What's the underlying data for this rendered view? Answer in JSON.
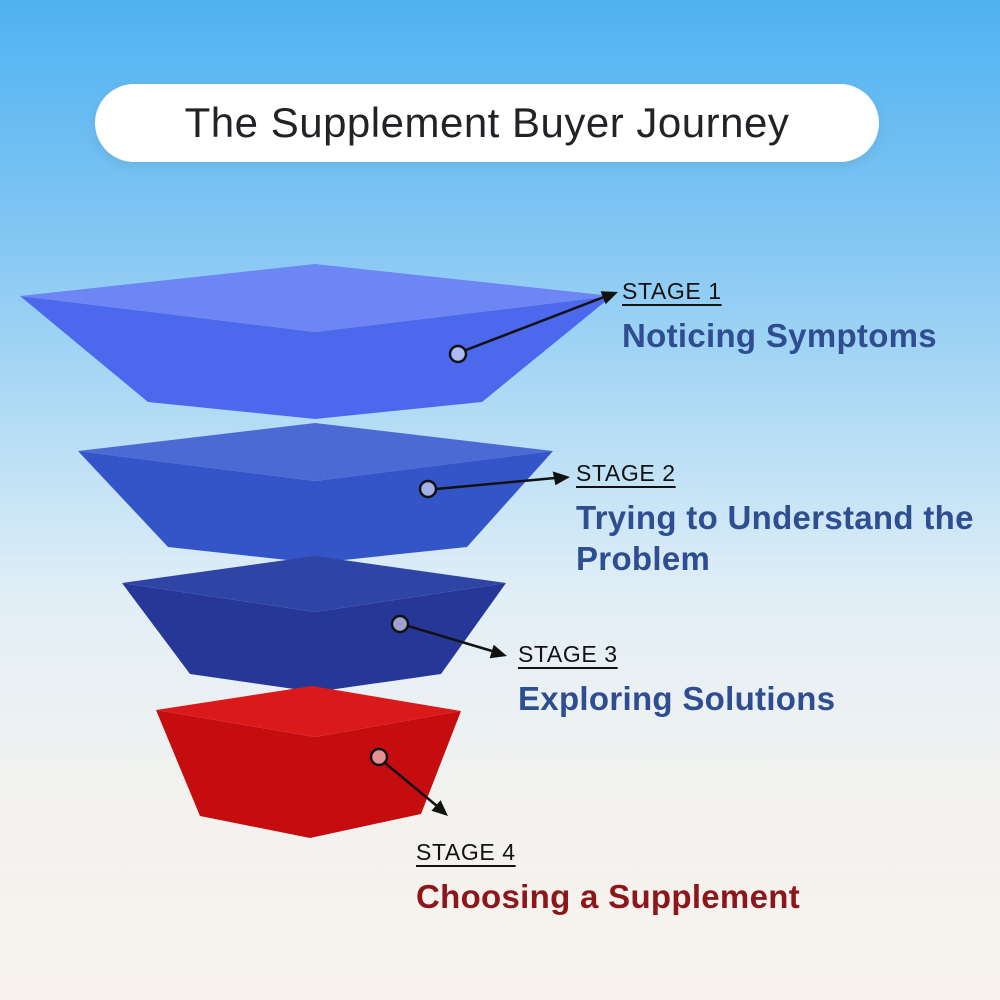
{
  "title": "The Supplement Buyer Journey",
  "background": {
    "top": "#4fb2f1",
    "bottom": "#f8f3ee"
  },
  "callout_line_color": "#121212",
  "stages": [
    {
      "label": "STAGE 1",
      "name": "Noticing Symptoms",
      "colors": {
        "top": "#6e86f4",
        "front": "#4c69ee"
      },
      "text_color": "#2e4e91"
    },
    {
      "label": "STAGE 2",
      "name": "Trying to Understand the Problem",
      "colors": {
        "top": "#4b6ad4",
        "front": "#3455c8"
      },
      "text_color": "#2e4e91"
    },
    {
      "label": "STAGE 3",
      "name": "Exploring Solutions",
      "colors": {
        "top": "#2f45a6",
        "front": "#263798"
      },
      "text_color": "#2e4e91"
    },
    {
      "label": "STAGE 4",
      "name": "Choosing a Supplement",
      "colors": {
        "top": "#d9191a",
        "front": "#c50d10"
      },
      "text_color": "#8d161b"
    }
  ]
}
